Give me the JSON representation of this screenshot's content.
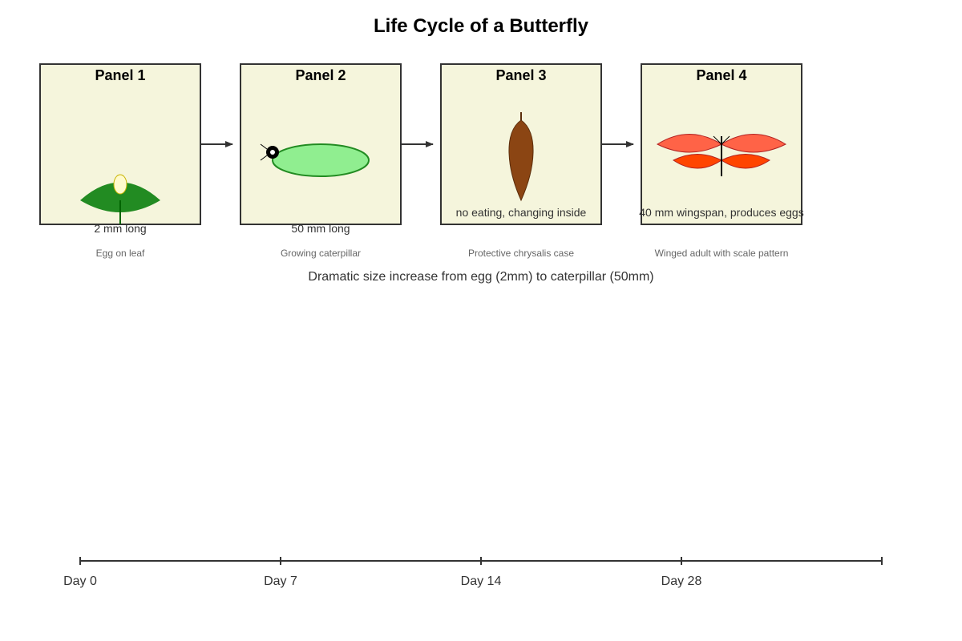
{
  "title": "Life Cycle of a Butterfly",
  "panels": [
    {
      "label": "Panel 1",
      "measurement": "2 mm long",
      "caption": "Egg on leaf"
    },
    {
      "label": "Panel 2",
      "measurement": "50 mm long",
      "caption": "Growing caterpillar"
    },
    {
      "label": "Panel 3",
      "measurement": "no eating, changing inside",
      "caption": "Protective chrysalis case"
    },
    {
      "label": "Panel 4",
      "measurement": "40 mm wingspan, produces eggs",
      "caption": "Winged adult with scale pattern"
    }
  ],
  "note": "Dramatic size increase from egg (2mm) to caterpillar (50mm)",
  "timeline": {
    "ticks": [
      "Day 0",
      "Day 7",
      "Day 14",
      "Day 28",
      ""
    ]
  },
  "colors": {
    "panel_fill": "#f5f5dc",
    "panel_border": "#333333",
    "leaf": "#228b22",
    "egg": "#fffacd",
    "caterpillar_body": "#90ee90",
    "caterpillar_outline": "#228b22",
    "chrysalis": "#8b4513",
    "wing_upper": "#ff6347",
    "wing_lower": "#ff4500"
  },
  "icons": [
    "egg-on-leaf-icon",
    "caterpillar-icon",
    "chrysalis-icon",
    "butterfly-icon",
    "arrow-right-icon"
  ]
}
